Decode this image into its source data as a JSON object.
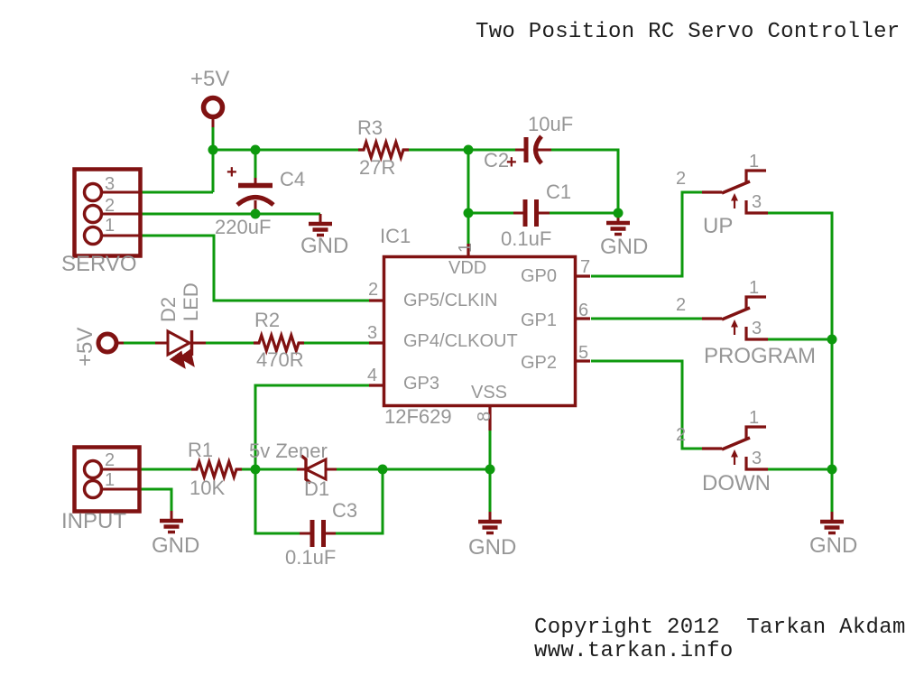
{
  "title": "Two Position RC Servo Controller",
  "footer": {
    "copyright": "Copyright 2012  Tarkan Akdam",
    "website": "www.tarkan.info"
  },
  "colors": {
    "wire_green": "#0d990d",
    "component_red": "#801212",
    "label_gray": "#969696",
    "text_black": "#1d1d1d",
    "background": "#ffffff"
  },
  "power": {
    "vcc_label": "+5V",
    "gnd_label": "GND"
  },
  "ic": {
    "designator": "IC1",
    "part": "12F629",
    "pins": {
      "top": {
        "number": "1",
        "label": "VDD"
      },
      "bottom": {
        "number": "8",
        "label": "VSS"
      },
      "left": [
        {
          "number": "2",
          "label": "GP5/CLKIN"
        },
        {
          "number": "3",
          "label": "GP4/CLKOUT"
        },
        {
          "number": "4",
          "label": "GP3"
        }
      ],
      "right": [
        {
          "number": "7",
          "label": "GP0"
        },
        {
          "number": "6",
          "label": "GP1"
        },
        {
          "number": "5",
          "label": "GP2"
        }
      ]
    }
  },
  "connectors": {
    "servo": {
      "label": "SERVO",
      "pin_numbers": [
        "3",
        "2",
        "1"
      ]
    },
    "input": {
      "label": "INPUT",
      "pin_numbers": [
        "2",
        "1"
      ]
    }
  },
  "resistors": {
    "r1": {
      "name": "R1",
      "value": "10K"
    },
    "r2": {
      "name": "R2",
      "value": "470R"
    },
    "r3": {
      "name": "R3",
      "value": "27R"
    }
  },
  "capacitors": {
    "c1": {
      "name": "C1",
      "value": "0.1uF"
    },
    "c2": {
      "name": "C2",
      "value": "10uF",
      "polarity": "+"
    },
    "c3": {
      "name": "C3",
      "value": "0.1uF"
    },
    "c4": {
      "name": "C4",
      "value": "220uF",
      "polarity": "+"
    }
  },
  "diodes": {
    "d1": {
      "name": "D1",
      "value": "5v Zener"
    },
    "d2": {
      "name": "D2",
      "value": "LED"
    }
  },
  "switches": [
    {
      "label": "UP",
      "pin_numbers": [
        "1",
        "2",
        "3"
      ]
    },
    {
      "label": "PROGRAM",
      "pin_numbers": [
        "1",
        "2",
        "3"
      ]
    },
    {
      "label": "DOWN",
      "pin_numbers": [
        "1",
        "2",
        "3"
      ]
    }
  ]
}
